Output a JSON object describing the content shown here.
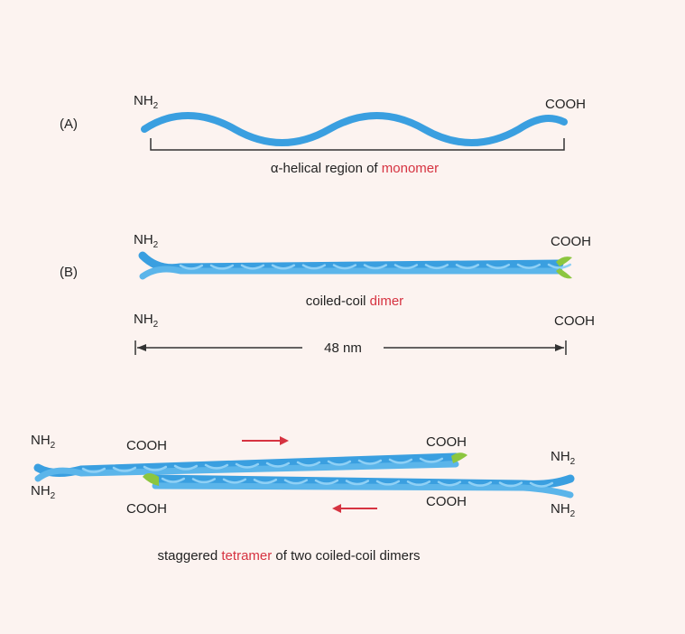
{
  "panel_a": {
    "label": "(A)",
    "n_term": "NH",
    "n_sub": "2",
    "c_term": "COOH",
    "caption_pre": "α-helical region of ",
    "caption_hl": "monomer",
    "caption_post": ""
  },
  "panel_b": {
    "label": "(B)",
    "n_term": "NH",
    "n_sub": "2",
    "c_term": "COOH",
    "caption_pre": "coiled-coil ",
    "caption_hl": "dimer",
    "caption_post": "",
    "dim_n_term": "NH",
    "dim_n_sub": "2",
    "dim_c_term": "COOH",
    "length": "48 nm"
  },
  "panel_c": {
    "top_left_n": "NH",
    "top_left_n_sub": "2",
    "bottom_left_n": "NH",
    "bottom_left_n_sub": "2",
    "top_c1": "COOH",
    "bottom_c1": "COOH",
    "top_c2": "COOH",
    "bottom_c2": "COOH",
    "top_right_n": "NH",
    "top_right_n_sub": "2",
    "bottom_right_n": "NH",
    "bottom_right_n_sub": "2",
    "caption_pre": "staggered ",
    "caption_hl": "tetramer",
    "caption_post": " of two coiled-coil dimers"
  },
  "colors": {
    "helix": "#3a9fe0",
    "helix_light": "#8fd0f5",
    "cap": "#8cc63f",
    "arrow": "#d63341",
    "highlight": "#d63341",
    "background": "#fcf3f0"
  }
}
